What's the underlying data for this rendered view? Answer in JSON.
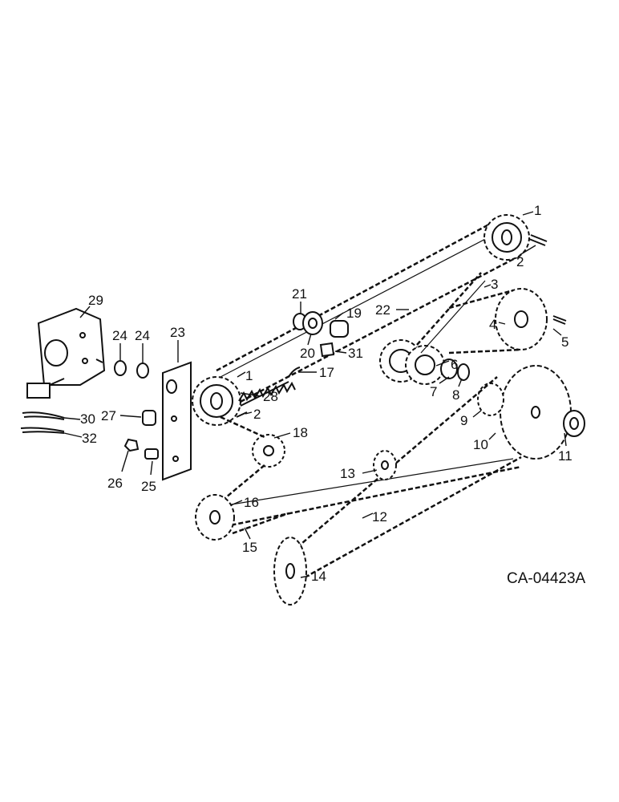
{
  "drawing_code": "CA-04423A",
  "callouts": [
    {
      "id": "c1a",
      "text": "1"
    },
    {
      "id": "c2a",
      "text": "2"
    },
    {
      "id": "c3",
      "text": "3"
    },
    {
      "id": "c4",
      "text": "4"
    },
    {
      "id": "c5",
      "text": "5"
    },
    {
      "id": "c6",
      "text": "6"
    },
    {
      "id": "c7",
      "text": "7"
    },
    {
      "id": "c8",
      "text": "8"
    },
    {
      "id": "c9",
      "text": "9"
    },
    {
      "id": "c10",
      "text": "10"
    },
    {
      "id": "c11",
      "text": "11"
    },
    {
      "id": "c12",
      "text": "12"
    },
    {
      "id": "c13",
      "text": "13"
    },
    {
      "id": "c14",
      "text": "14"
    },
    {
      "id": "c15",
      "text": "15"
    },
    {
      "id": "c16",
      "text": "16"
    },
    {
      "id": "c17",
      "text": "17"
    },
    {
      "id": "c18",
      "text": "18"
    },
    {
      "id": "c19",
      "text": "19"
    },
    {
      "id": "c20",
      "text": "20"
    },
    {
      "id": "c21",
      "text": "21"
    },
    {
      "id": "c22",
      "text": "22"
    },
    {
      "id": "c23",
      "text": "23"
    },
    {
      "id": "c24a",
      "text": "24"
    },
    {
      "id": "c24b",
      "text": "24"
    },
    {
      "id": "c25",
      "text": "25"
    },
    {
      "id": "c26",
      "text": "26"
    },
    {
      "id": "c27",
      "text": "27"
    },
    {
      "id": "c28",
      "text": "28"
    },
    {
      "id": "c29",
      "text": "29"
    },
    {
      "id": "c30",
      "text": "30"
    },
    {
      "id": "c31",
      "text": "31"
    },
    {
      "id": "c32",
      "text": "32"
    },
    {
      "id": "c1b",
      "text": "1"
    },
    {
      "id": "c2b",
      "text": "2"
    }
  ]
}
